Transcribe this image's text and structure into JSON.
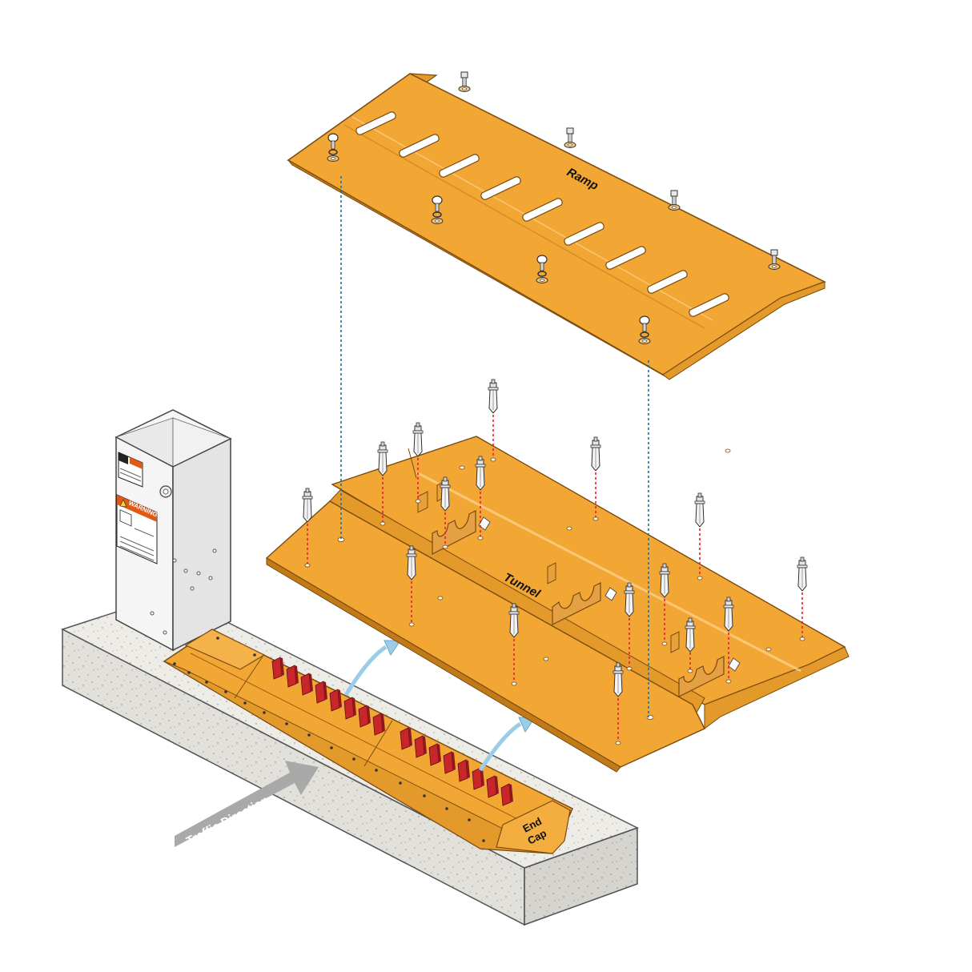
{
  "labels": {
    "ramp": "Ramp",
    "tunnel": "Tunnel",
    "end_cap_line1": "End",
    "end_cap_line2": "Cap",
    "traffic_direction": "Traffic Direction",
    "warning_header": "WARNING"
  },
  "colors": {
    "plate": "#F2A735",
    "plate_edge": "#B8741A",
    "plate_shade": "#DC8F22",
    "teeth": "#C8262B",
    "concrete": "#EDEBE6",
    "leader_blue": "#2B6F8A",
    "leader_red": "#D8262E",
    "arrow_blue": "#9CCDE8",
    "traffic_arrow": "#A9A9A9",
    "cabinet": "#F3F3F3"
  },
  "icons": [
    "bolt-icon",
    "anchor-bolt-icon",
    "warning-icon",
    "up-arrow-icon"
  ]
}
